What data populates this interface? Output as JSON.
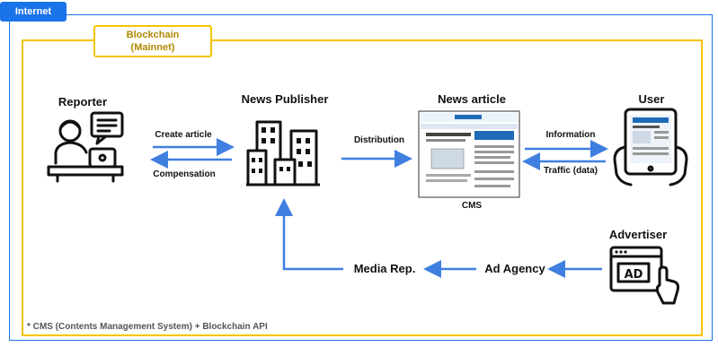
{
  "frames": {
    "internet_label": "Internet",
    "blockchain_label_line1": "Blockchain",
    "blockchain_label_line2": "(Mainnet)"
  },
  "nodes": {
    "reporter": "Reporter",
    "publisher": "News Publisher",
    "article": "News article",
    "user": "User",
    "advertiser": "Advertiser",
    "cms": "CMS",
    "ad_agency": "Ad Agency",
    "media_rep": "Media Rep."
  },
  "edges": {
    "create_article": "Create article",
    "compensation": "Compensation",
    "distribution": "Distribution",
    "information": "Information",
    "traffic": "Traffic (data)"
  },
  "footnote": "* CMS (Contents Management System) + Blockchain API",
  "colors": {
    "internet": "#1a73e8",
    "blockchain": "#f5c400",
    "arrow": "#3f7fe0"
  }
}
